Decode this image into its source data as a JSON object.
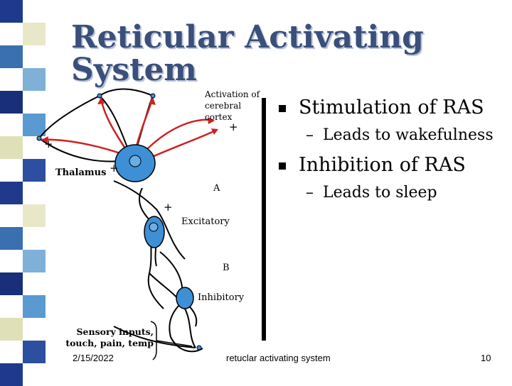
{
  "slide": {
    "title": "Reticular Activating\nSystem",
    "bullets": [
      {
        "text": "Stimulation of RAS",
        "sub": [
          "Leads to wakefulness"
        ]
      },
      {
        "text": "Inhibition of RAS",
        "sub": [
          "Leads to sleep"
        ]
      }
    ],
    "sub_marker": "–"
  },
  "diagram": {
    "activation_label": "Activation of cerebral cortex",
    "thalamus_label": "Thalamus",
    "a_label": "A",
    "excitatory_label": "Excitatory",
    "b_label": "B",
    "inhibitory_label": "Inhibitory",
    "sensory_label": "Sensory inputs, touch, pain, temp",
    "plus_sign": "+",
    "colors": {
      "excitatory_path": "#cc2222",
      "neuron_fill": "#3d8fd6",
      "neuron_fill_light": "#6aaee6"
    }
  },
  "footer": {
    "date": "2/15/2022",
    "center": "retuclar activating system",
    "page_number": "10"
  },
  "sidebar": {
    "colors": [
      "#1f3a8a",
      "#e8e8c8",
      "#3a6fb0",
      "#7fb0d8",
      "#1a2f7a",
      "#5a9ad0",
      "#e0e0b8",
      "#2c4fa0"
    ]
  }
}
